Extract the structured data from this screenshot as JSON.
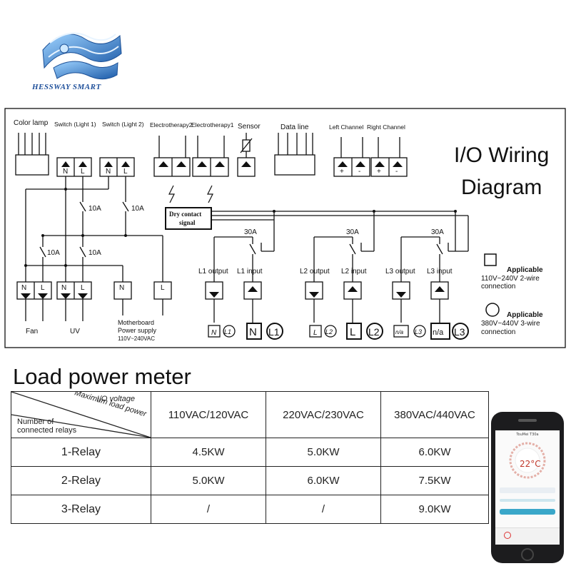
{
  "brand": {
    "name": "HESSWAY SMART"
  },
  "diagram": {
    "title_line1": "I/O Wiring",
    "title_line2": "Diagram",
    "top_labels": {
      "color_lamp": "Color lamp",
      "switch_light1": "Switch (Light 1)",
      "switch_light2": "Switch (Light 2)",
      "electrotherapy2": "Electrotherapy2",
      "electrotherapy1": "Electrotherapy1",
      "sensor": "Sensor",
      "data_line": "Data line",
      "left_channel": "Left Channel",
      "right_channel": "Right Channel"
    },
    "terminal_N": "N",
    "terminal_L": "L",
    "plus": "+",
    "minus": "-",
    "relay_10a": "10A",
    "relay_30a": "30A",
    "dry_contact_1": "Dry contact",
    "dry_contact_2": "signal",
    "bottom_labels": {
      "fan": "Fan",
      "uv": "UV",
      "mb1": "Motherboard",
      "mb2": "Power supply",
      "mb3": "110V~240VAC"
    },
    "outputs": [
      {
        "output": "L1 output",
        "input": "L1 input",
        "small1": "N",
        "small2": "L1",
        "big1": "N",
        "big2": "L1"
      },
      {
        "output": "L2 output",
        "input": "L2 input",
        "small1": "L",
        "small2": "L2",
        "big1": "L",
        "big2": "L2"
      },
      {
        "output": "L3 output",
        "input": "L3 input",
        "small1": "n/a",
        "small2": "L3",
        "big1": "n/a",
        "big2": "L3"
      }
    ],
    "legend": {
      "square_1": "Applicable",
      "square_2": "110V~240V 2-wire",
      "square_3": "connection",
      "circle_1": "Applicable",
      "circle_2": "380V~440V 3-wire",
      "circle_3": "connection"
    }
  },
  "meter": {
    "title": "Load power meter",
    "corner_io": "I/O voltage",
    "corner_max": "Maximum load power",
    "corner_num1": "Number of",
    "corner_num2": "connected relays",
    "columns": [
      "110VAC/120VAC",
      "220VAC/230VAC",
      "380VAC/440VAC"
    ],
    "rows": [
      {
        "label": "1-Relay",
        "values": [
          "4.5KW",
          "5.0KW",
          "6.0KW"
        ]
      },
      {
        "label": "2-Relay",
        "values": [
          "5.0KW",
          "6.0KW",
          "7.5KW"
        ]
      },
      {
        "label": "3-Relay",
        "values": [
          "/",
          "/",
          "9.0KW"
        ]
      }
    ]
  },
  "phone": {
    "app_title": "TouMei T30a",
    "temperature": "22°C"
  }
}
